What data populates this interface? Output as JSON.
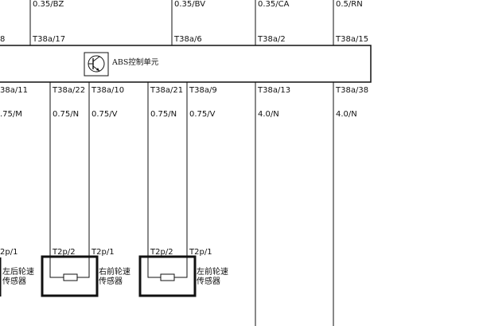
{
  "top_wires": [
    {
      "spec": "0.35/BZ",
      "pin": "T38a/17"
    },
    {
      "spec": "0.35/BV",
      "pin": "T38a/6"
    },
    {
      "spec": "0.35/CA",
      "pin": "T38a/2"
    },
    {
      "spec": "0.5/RN",
      "pin": "T38a/15"
    }
  ],
  "top_pin_fragment": "8",
  "abs_unit": {
    "label": "ABS控制单元",
    "icon": "transistor-symbol-icon"
  },
  "bottom_wires": [
    {
      "pin": "38a/11",
      "spec": ".75/M"
    },
    {
      "pin": "T38a/22",
      "spec": "0.75/N"
    },
    {
      "pin": "T38a/10",
      "spec": "0.75/V"
    },
    {
      "pin": "T38a/21",
      "spec": "0.75/N"
    },
    {
      "pin": "T38a/9",
      "spec": "0.75/V"
    },
    {
      "pin": "T38a/13",
      "spec": "4.0/N"
    },
    {
      "pin": "T38a/38",
      "spec": "4.0/N"
    }
  ],
  "sensors": [
    {
      "pins": [
        "2p/1"
      ],
      "label": "左后轮速\n传感器"
    },
    {
      "pins": [
        "T2p/2",
        "T2p/1"
      ],
      "label": "右前轮速\n传感器"
    },
    {
      "pins": [
        "T2p/2",
        "T2p/1"
      ],
      "label": "左前轮速\n传感器"
    }
  ],
  "colors": {
    "line": "#111111",
    "background": "#ffffff"
  }
}
